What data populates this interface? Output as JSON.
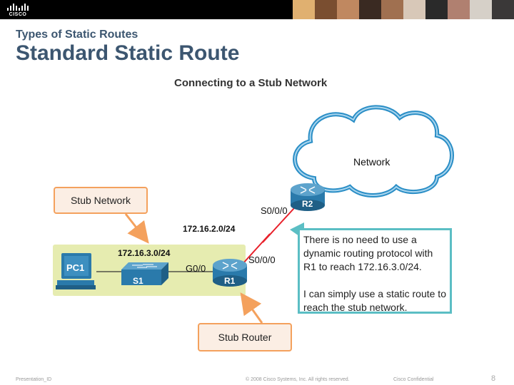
{
  "header": {
    "logo_text": "CISCO",
    "photo_colors": [
      "#e0b070",
      "#7a4e30",
      "#c08860",
      "#3a2a22",
      "#a07050",
      "#d8c8b8",
      "#2a2a2a",
      "#b08070",
      "#d6d0c8",
      "#3a3838"
    ]
  },
  "section_title": "Types of Static Routes",
  "slide_title": "Standard Static Route",
  "figure": {
    "title": "Connecting to a Stub Network",
    "cloud_label": "Network",
    "devices": {
      "pc": "PC1",
      "switch": "S1",
      "r1": "R1",
      "r2": "R2"
    },
    "interfaces": {
      "r2_serial": "S0/0/0",
      "r1_serial": "S0/0/0",
      "r1_g0": "G0/0"
    },
    "networks": {
      "serial_link": "172.16.2.0/24",
      "lan": "172.16.3.0/24"
    },
    "callouts": {
      "stub_network": "Stub Network",
      "stub_router": "Stub Router"
    },
    "note": {
      "line1": "There is no need to use a dynamic routing protocol with R1 to reach 172.16.3.0/24.",
      "line2": "I can simply use a static route to reach the stub network."
    },
    "colors": {
      "stub_area": "#e6ecb0",
      "device_blue": "#2a7aab",
      "callout_border": "#f4a15d",
      "callout_fill": "#fbeee4",
      "note_border": "#5bbec4",
      "serial_link": "#e8202a",
      "cloud_outline": "#2a8ec6"
    }
  },
  "footer": {
    "presentation_id": "Presentation_ID",
    "copyright": "© 2008 Cisco Systems, Inc. All rights reserved.",
    "confidential": "Cisco Confidential",
    "page_number": "8"
  }
}
